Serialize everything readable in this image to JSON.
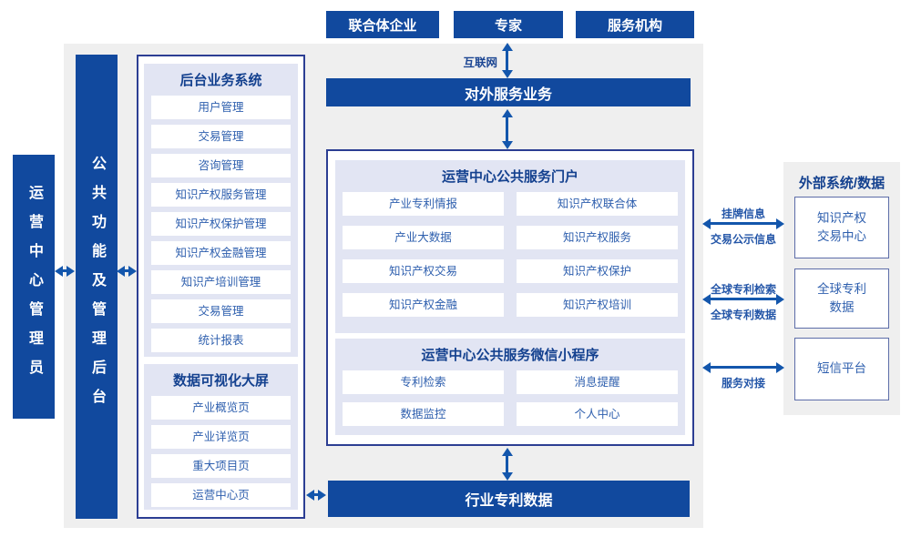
{
  "colors": {
    "primary_blue": "#11499e",
    "arrow_blue": "#1356ac",
    "panel_lavender": "#e2e5f3",
    "background_gray": "#efefef",
    "item_text_blue": "#2e5fae"
  },
  "top_entities": {
    "items": [
      "联合体企业",
      "专家",
      "服务机构"
    ]
  },
  "internet_label": "互联网",
  "external_service_bar": "对外服务业务",
  "admin_bar": "运营中心管理员",
  "backend_bar": "公共功能及管理后台",
  "backend_system": {
    "title": "后台业务系统",
    "items": [
      "用户管理",
      "交易管理",
      "咨询管理",
      "知识产权服务管理",
      "知识产权保护管理",
      "知识产权金融管理",
      "知识产培训管理",
      "交易管理",
      "统计报表"
    ]
  },
  "dashboard": {
    "title": "数据可视化大屏",
    "items": [
      "产业概览页",
      "产业详览页",
      "重大项目页",
      "运营中心页"
    ]
  },
  "portal": {
    "title": "运营中心公共服务门户",
    "items": [
      "产业专利情报",
      "知识产权联合体",
      "产业大数据",
      "知识产权服务",
      "知识产权交易",
      "知识产权保护",
      "知识产权金融",
      "知识产权培训"
    ]
  },
  "miniprogram": {
    "title": "运营中心公共服务微信小程序",
    "items": [
      "专利检索",
      "消息提醒",
      "数据监控",
      "个人中心"
    ]
  },
  "industry_data_bar": "行业专利数据",
  "external_panel": {
    "title": "外部系统/数据",
    "boxes": [
      "知识产权\n交易中心",
      "全球专利\n数据",
      "短信平台"
    ],
    "links": [
      {
        "top": "挂牌信息",
        "bottom": "交易公示信息"
      },
      {
        "top": "全球专利检索",
        "bottom": "全球专利数据"
      },
      {
        "top": "",
        "bottom": "服务对接"
      }
    ]
  }
}
